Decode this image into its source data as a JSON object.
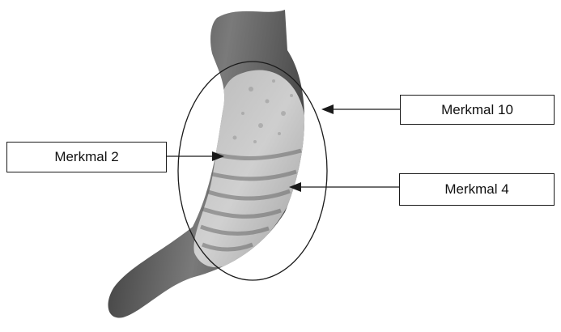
{
  "callouts": {
    "feature_10": "Merkmal 10",
    "feature_2": "Merkmal 2",
    "feature_4": "Merkmal 4"
  },
  "colors": {
    "object_dark": "#3b3b3b",
    "object_light": "#cfcfcf",
    "outline": "#1a1a1a",
    "background": "#ffffff"
  }
}
